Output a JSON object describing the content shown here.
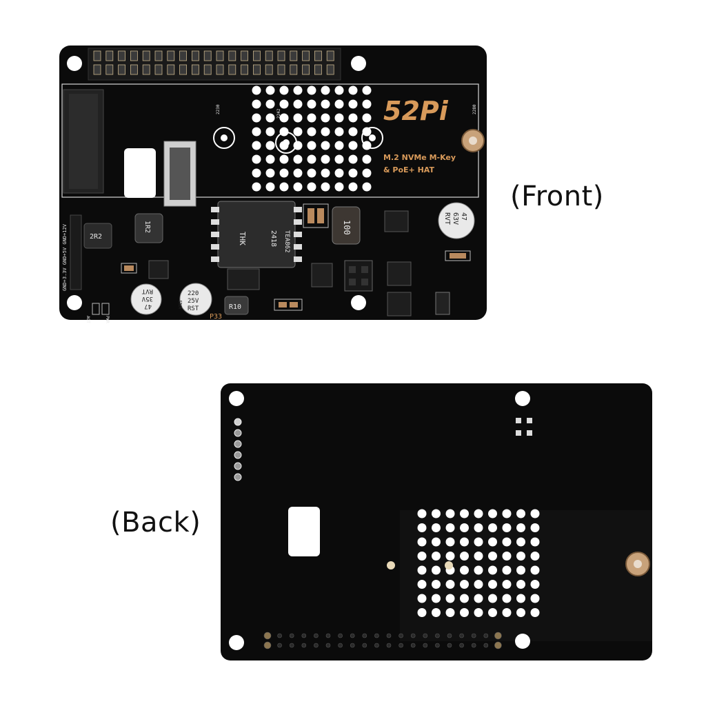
{
  "captions": {
    "front": "(Front)",
    "back": "(Back)"
  },
  "front_board": {
    "brand_logo": "52Pi",
    "product_line1": "M.2 NVMe M-Key",
    "product_line2": "& PoE+ HAT",
    "size_2230": "2230",
    "size_2242": "2242",
    "size_2280": "2280",
    "inductor_2r2": "2R2",
    "inductor_1r2": "1R2",
    "inductor_100": "100",
    "inductor_r10": "R10",
    "transformer_line1": "THK",
    "transformer_line2": "2418",
    "transformer_line3": "TEA862",
    "cap_left_line1": "47",
    "cap_left_line2": "35V",
    "cap_left_line3": "RVT",
    "cap_mid_line1": "220",
    "cap_mid_line2": "25V",
    "cap_mid_line3": "RST",
    "cap_mid_brand": "KNS",
    "cap_right_line1": "47",
    "cap_right_line2": "63V",
    "cap_right_line3": "RVT",
    "header_labels": "GND+3.3V GND+5V GND+12V",
    "label_p33": "P33",
    "label_act": "ACT",
    "label_pwr": "PWR"
  },
  "colors": {
    "pcb": "#0b0b0b",
    "silkscreen": "#e8e8e8",
    "brand_gold": "#d89a5a",
    "copper": "#c8a27a"
  }
}
